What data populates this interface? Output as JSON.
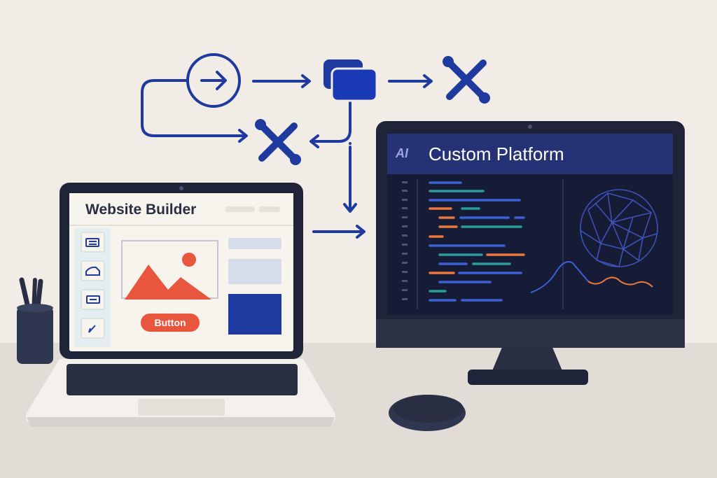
{
  "laptop": {
    "title": "Website Builder",
    "button_label": "Button",
    "sidebar_icons": [
      "layout-icon",
      "shape-icon",
      "form-icon",
      "pen-icon"
    ]
  },
  "monitor": {
    "title": "Custom Platform",
    "logo": "AI"
  },
  "flow_icons": [
    "arrow-right-circle-icon",
    "folders-icon",
    "tools-icon",
    "tools-icon"
  ],
  "colors": {
    "brand_blue": "#1f3a9e",
    "accent_red": "#e8563d",
    "screen_dark": "#18203f",
    "background": "#f1ece6"
  }
}
